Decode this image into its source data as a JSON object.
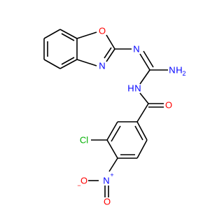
{
  "molecule": {
    "colors": {
      "bond": "#000000",
      "oxygen": "#ff0000",
      "nitrogen": "#0000ff",
      "chlorine": "#00b000",
      "background": "#ffffff"
    },
    "labels": {
      "ring_oxygen": "O",
      "ring_nitrogen": "N",
      "imine_nitrogen": "N",
      "amine_n": "N",
      "amine_h": "H",
      "amine_h_count": "2",
      "amide_h": "H",
      "amide_n": "N",
      "carbonyl_oxygen": "O",
      "chlorine": "Cl",
      "nitro_nitrogen": "N",
      "nitro_plus": "+",
      "nitro_oxygen": "O",
      "nitro_minus": "−",
      "nitro_top_oxygen": "O"
    }
  }
}
